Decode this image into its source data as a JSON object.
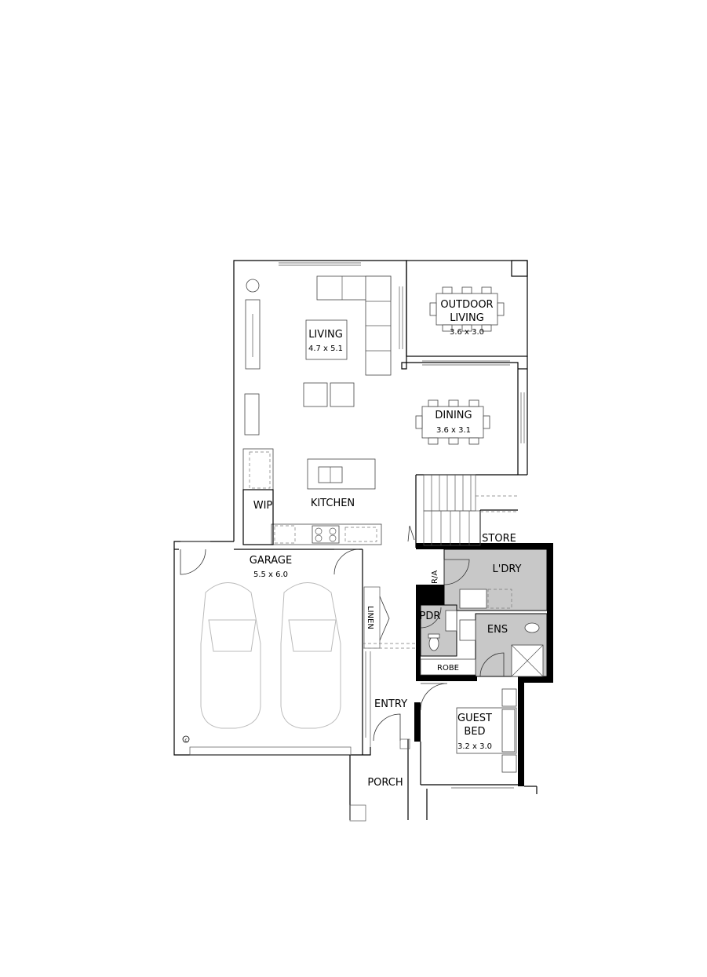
{
  "rooms": {
    "outdoor_living": {
      "name": "OUTDOOR\nLIVING",
      "line1": "OUTDOOR",
      "line2": "LIVING",
      "size": "3.6 x 3.0"
    },
    "living": {
      "name": "LIVING",
      "size": "4.7 x 5.1"
    },
    "dining": {
      "name": "DINING",
      "size": "3.6 x 3.1"
    },
    "kitchen": {
      "name": "KITCHEN"
    },
    "wip": {
      "name": "WIP"
    },
    "store": {
      "name": "STORE"
    },
    "garage": {
      "name": "GARAGE",
      "size": "5.5 x 6.0"
    },
    "laundry": {
      "name": "L'DRY"
    },
    "ra": {
      "name": "R/A"
    },
    "linen": {
      "name": "LINEN"
    },
    "pdr": {
      "name": "PDR"
    },
    "ens": {
      "name": "ENS"
    },
    "robe": {
      "name": "ROBE"
    },
    "entry": {
      "name": "ENTRY"
    },
    "guest_bed": {
      "line1": "GUEST",
      "line2": "BED",
      "size": "3.2 x 3.0"
    },
    "porch": {
      "name": "PORCH"
    }
  },
  "copyright_mark": "c",
  "colors": {
    "wet_area": "#c8c8c8",
    "wall": "#000000"
  }
}
